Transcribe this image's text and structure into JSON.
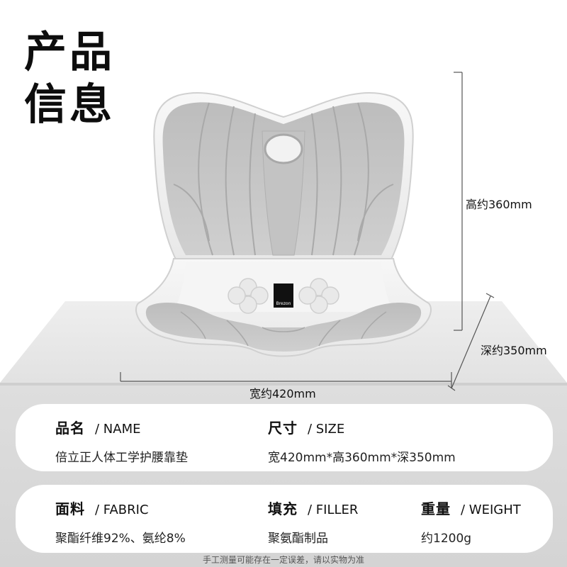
{
  "title": {
    "line1": "产品",
    "line2": "信息"
  },
  "dimensions": {
    "height": "高约360mm",
    "depth": "深约350mm",
    "width": "宽约420mm"
  },
  "brand_logo": "Brezon",
  "specs": {
    "name": {
      "label": "品名",
      "en": "NAME",
      "value": "倍立正人体工学护腰靠垫"
    },
    "size": {
      "label": "尺寸",
      "en": "SIZE",
      "value": "宽420mm*高360mm*深350mm"
    },
    "fabric": {
      "label": "面料",
      "en": "FABRIC",
      "value": "聚酯纤维92%、氨纶8%"
    },
    "filler": {
      "label": "填充",
      "en": "FILLER",
      "value": "聚氨酯制品"
    },
    "weight": {
      "label": "重量",
      "en": "WEIGHT",
      "value": "约1200g"
    }
  },
  "footer_note": "手工测量可能存在一定误差，请以实物为准",
  "colors": {
    "pedestal": "#e6e6e6",
    "pedestal_front": "#d9d9d9",
    "cushion": "#c9c9c9",
    "frame": "#f2f2f2"
  }
}
